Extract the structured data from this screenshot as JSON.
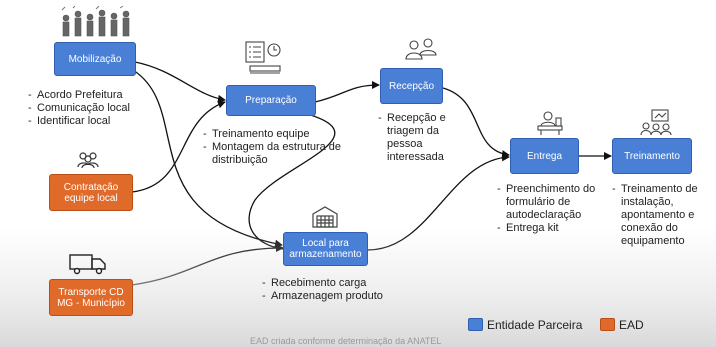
{
  "nodes": {
    "mobilizacao": "Mobilização",
    "contratacao": "Contratação equipe local",
    "transporte": "Transporte CD MG - Município",
    "preparacao": "Preparação",
    "local": "Local para armazenamento",
    "recepcao": "Recepção",
    "entrega": "Entrega",
    "treinamento": "Treinamento"
  },
  "bullets": {
    "mobilizacao": [
      "Acordo Prefeitura",
      "Comunicação local",
      "Identificar local"
    ],
    "preparacao": [
      "Treinamento equipe",
      "Montagem da estrutura de distribuição"
    ],
    "recepcao": [
      "Recepção e triagem da pessoa interessada"
    ],
    "local": [
      "Recebimento carga",
      "Armazenagem produto"
    ],
    "entrega": [
      "Preenchimento do formulário de autodeclaração",
      "Entrega kit"
    ],
    "treinamento": [
      "Treinamento de instalação, apontamento e conexão do equipamento"
    ]
  },
  "legend": {
    "partner": "Entidade Parceira",
    "ead": "EAD"
  },
  "footnote": "EAD criada conforme determinação da ANATEL",
  "colors": {
    "partner": "#4a7fd6",
    "ead": "#e06a2a"
  },
  "icons": [
    "crowd-icon",
    "group-icon",
    "truck-icon",
    "checklist-icon",
    "meeting-icon",
    "warehouse-icon",
    "desk-icon",
    "presentation-icon"
  ]
}
